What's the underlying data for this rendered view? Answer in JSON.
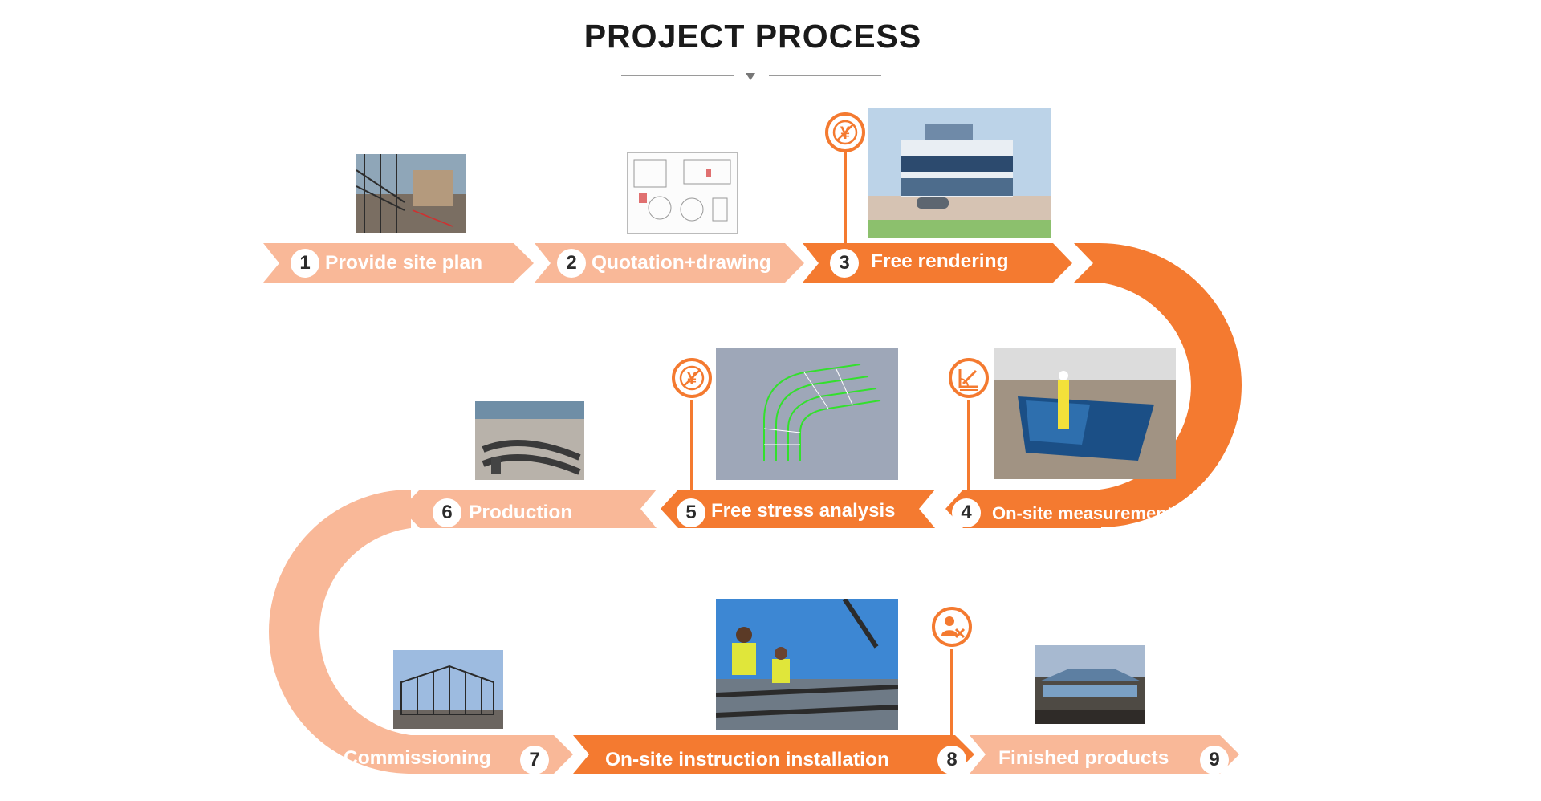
{
  "title": "PROJECT PROCESS",
  "colors": {
    "dark_orange": "#f47a30",
    "light_orange": "#f9b898",
    "text_dark": "#1a1a1a"
  },
  "steps": [
    {
      "num": "1",
      "label": "Provide site plan",
      "tone": "light"
    },
    {
      "num": "2",
      "label": "Quotation+drawing",
      "tone": "light"
    },
    {
      "num": "3",
      "label": "Free rendering",
      "tone": "dark"
    },
    {
      "num": "4",
      "label": "On-site measurement",
      "tone": "dark"
    },
    {
      "num": "5",
      "label": "Free stress analysis",
      "tone": "dark"
    },
    {
      "num": "6",
      "label": "Production",
      "tone": "light"
    },
    {
      "num": "7",
      "label": "Commissioning",
      "tone": "light"
    },
    {
      "num": "8",
      "label": "On-site instruction installation",
      "tone": "dark"
    },
    {
      "num": "9",
      "label": "Finished products",
      "tone": "light"
    }
  ],
  "icons": [
    "no-cost-icon",
    "measurement-icon",
    "no-cost-icon",
    "installer-icon"
  ]
}
